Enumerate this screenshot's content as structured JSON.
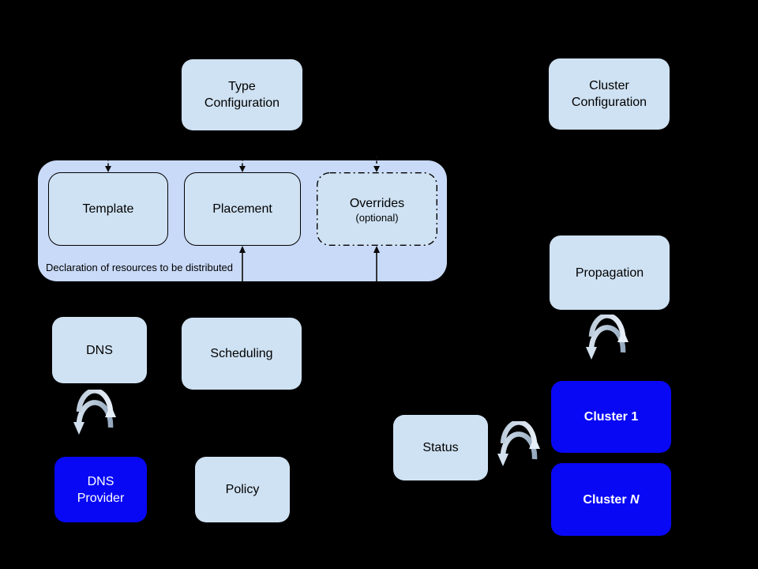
{
  "diagram_title": "federation resource distribution diagram",
  "colors": {
    "background": "#000000",
    "container_fill": "#c9daf8",
    "node_fill": "#cfe2f3",
    "highlight_fill": "#0808f5",
    "node_text": "#000000",
    "highlight_text": "#ffffff",
    "line": "#000000",
    "sync_arrow_dark": "#94a9bd",
    "sync_arrow_light": "#dde8f4"
  },
  "nodes": {
    "type_configuration": {
      "label": "Type\nConfiguration"
    },
    "cluster_configuration": {
      "label": "Cluster\nConfiguration"
    },
    "template": {
      "label": "Template"
    },
    "placement": {
      "label": "Placement"
    },
    "overrides": {
      "label": "Overrides",
      "sublabel": "(optional)"
    },
    "dns": {
      "label": "DNS"
    },
    "scheduling": {
      "label": "Scheduling"
    },
    "dns_provider": {
      "label": "DNS\nProvider"
    },
    "policy": {
      "label": "Policy"
    },
    "propagation": {
      "label": "Propagation"
    },
    "status": {
      "label": "Status"
    },
    "cluster_1": {
      "label": "Cluster 1"
    },
    "cluster_n": {
      "prefix": "Cluster",
      "n": "N"
    }
  },
  "captions": {
    "declaration": "Declaration of resources to be distributed"
  },
  "icons": {
    "sync": "sync-cycle-icon"
  }
}
